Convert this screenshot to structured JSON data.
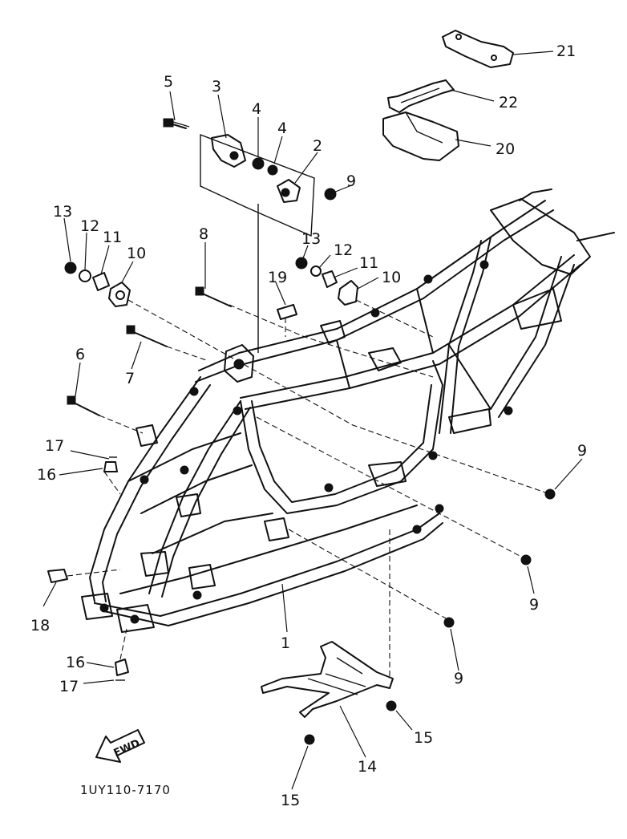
{
  "diagram": {
    "callouts": [
      {
        "id": "c1",
        "text": "1"
      },
      {
        "id": "c2",
        "text": "2"
      },
      {
        "id": "c3",
        "text": "3"
      },
      {
        "id": "c4a",
        "text": "4"
      },
      {
        "id": "c4b",
        "text": "4"
      },
      {
        "id": "c5",
        "text": "5"
      },
      {
        "id": "c6",
        "text": "6"
      },
      {
        "id": "c7",
        "text": "7"
      },
      {
        "id": "c8",
        "text": "8"
      },
      {
        "id": "c9a",
        "text": "9"
      },
      {
        "id": "c9b",
        "text": "9"
      },
      {
        "id": "c9c",
        "text": "9"
      },
      {
        "id": "c9d",
        "text": "9"
      },
      {
        "id": "c10a",
        "text": "10"
      },
      {
        "id": "c10b",
        "text": "10"
      },
      {
        "id": "c11a",
        "text": "11"
      },
      {
        "id": "c11b",
        "text": "11"
      },
      {
        "id": "c12a",
        "text": "12"
      },
      {
        "id": "c12b",
        "text": "12"
      },
      {
        "id": "c13a",
        "text": "13"
      },
      {
        "id": "c13b",
        "text": "13"
      },
      {
        "id": "c14",
        "text": "14"
      },
      {
        "id": "c15a",
        "text": "15"
      },
      {
        "id": "c15b",
        "text": "15"
      },
      {
        "id": "c16a",
        "text": "16"
      },
      {
        "id": "c16b",
        "text": "16"
      },
      {
        "id": "c17a",
        "text": "17"
      },
      {
        "id": "c17b",
        "text": "17"
      },
      {
        "id": "c18",
        "text": "18"
      },
      {
        "id": "c19",
        "text": "19"
      },
      {
        "id": "c20",
        "text": "20"
      },
      {
        "id": "c21",
        "text": "21"
      },
      {
        "id": "c22",
        "text": "22"
      }
    ],
    "direction_label": "FWD",
    "drawing_code": "1UY110-7170"
  }
}
